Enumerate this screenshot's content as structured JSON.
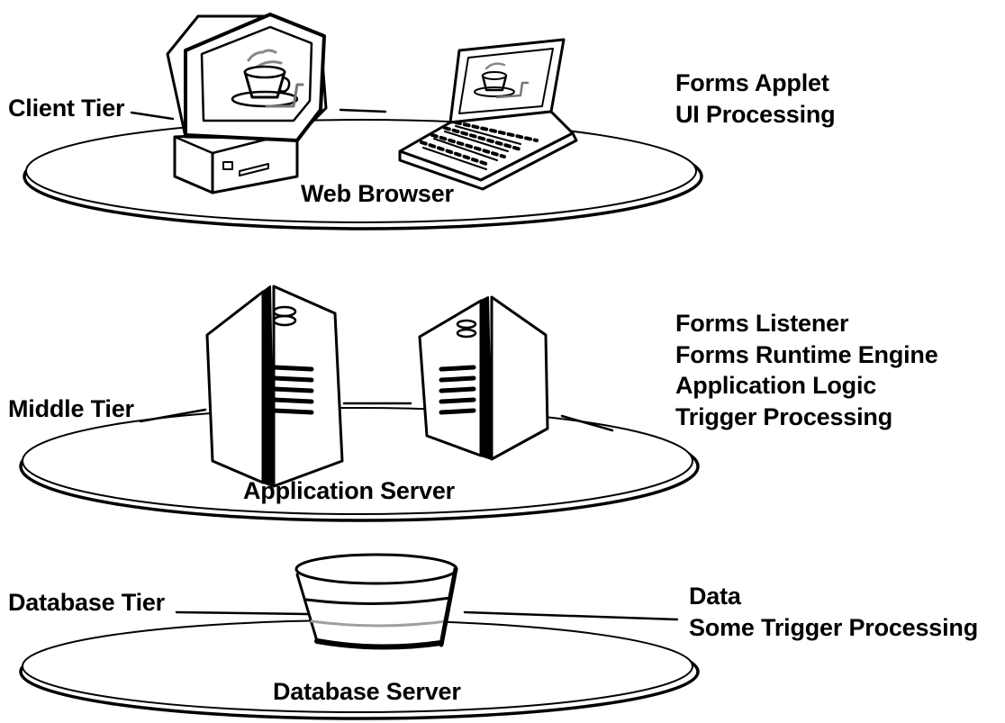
{
  "tiers": [
    {
      "tier_label": "Client Tier",
      "platform_label": "Web Browser",
      "description": [
        "Forms Applet",
        "UI Processing"
      ]
    },
    {
      "tier_label": "Middle Tier",
      "platform_label": "Application Server",
      "description": [
        "Forms Listener",
        "Forms Runtime Engine",
        "Application Logic",
        "Trigger Processing"
      ]
    },
    {
      "tier_label": "Database Tier",
      "platform_label": "Database Server",
      "description": [
        "Data",
        "Some Trigger Processing"
      ]
    }
  ],
  "icons": {
    "client": [
      "desktop-computer-icon",
      "laptop-computer-icon",
      "coffee-cup-icon"
    ],
    "middle": [
      "server-tower-icon",
      "server-tower-icon"
    ],
    "database": [
      "database-bowl-icon"
    ]
  },
  "colors": {
    "ink": "#000000",
    "background": "#ffffff",
    "accent_gray": "#a0a0a0"
  }
}
